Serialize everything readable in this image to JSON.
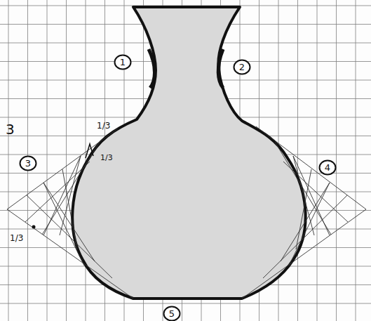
{
  "diagram": {
    "nodes": [
      {
        "text": [
          "1"
        ]
      },
      {
        "text": [
          "2"
        ]
      },
      {
        "text": [
          "3"
        ]
      },
      {
        "text": [
          "4"
        ]
      },
      {
        "text": [
          "5"
        ]
      }
    ],
    "labels": [
      "3",
      "1/3",
      "1/3",
      "1/3"
    ]
  }
}
